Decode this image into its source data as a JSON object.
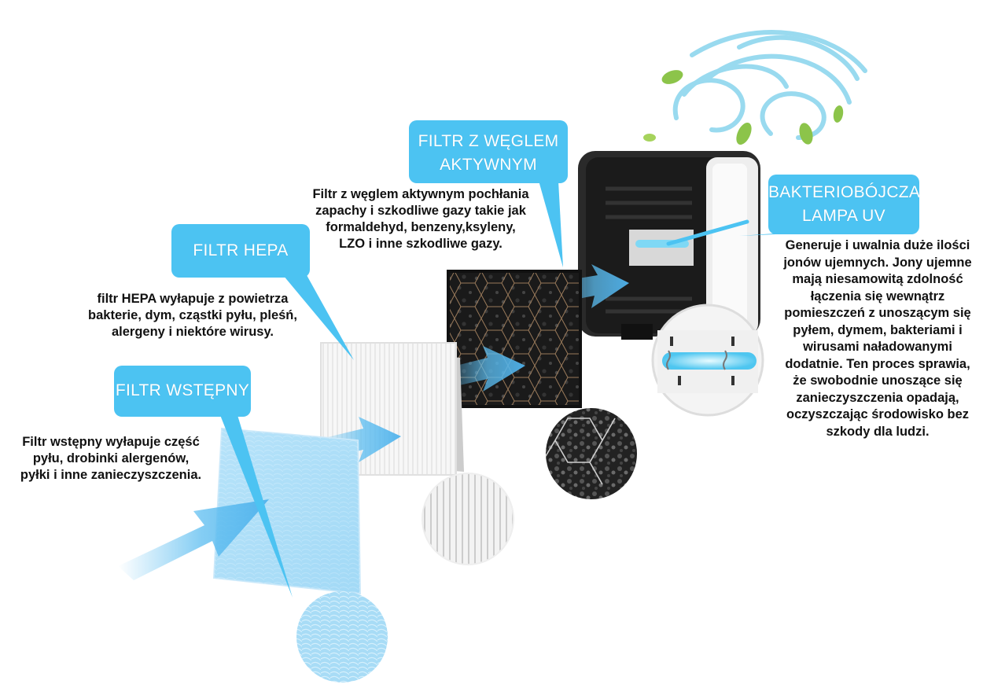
{
  "colors": {
    "bubble": "#4cc3f2",
    "arrow": "#5cbdf0",
    "text": "#111111",
    "leaf": "#8cc44a",
    "swirl": "#8fd6ee"
  },
  "icons": [
    "pre-filter-pad",
    "hepa-filter",
    "carbon-filter",
    "air-purifier-device",
    "uv-lamp",
    "leaf",
    "air-swirl"
  ],
  "labels": {
    "pre_filter": "FILTR WSTĘPNY",
    "hepa": "FILTR HEPA",
    "carbon_line1": "FILTR Z WĘGLEM",
    "carbon_line2": "AKTYWNYM",
    "uv_line1": "BAKTERIOBÓJCZA",
    "uv_line2": "LAMPA UV"
  },
  "descriptions": {
    "pre_filter": [
      "Filtr wstępny wyłapuje część",
      "pyłu, drobinki alergenów,",
      "pyłki i inne zanieczyszczenia."
    ],
    "hepa": [
      "filtr HEPA wyłapuje z powietrza",
      "bakterie, dym, cząstki pyłu, pleśń,",
      "alergeny i niektóre wirusy."
    ],
    "carbon": [
      "Filtr z węglem aktywnym pochłania",
      "zapachy i szkodliwe gazy takie jak",
      "formaldehyd, benzeny,ksyleny,",
      "LZO i inne szkodliwe gazy."
    ],
    "uv": [
      "Generuje i uwalnia duże ilości",
      "jonów ujemnych. Jony ujemne",
      "mają niesamowitą zdolność",
      "łączenia się wewnątrz",
      "pomieszczeń z unoszącym się",
      "pyłem, dymem, bakteriami i",
      "wirusami naładowanymi",
      "dodatnie. Ten proces sprawia,",
      "że swobodnie unoszące się",
      "zanieczyszczenia opadają,",
      "oczyszczając środowisko bez",
      "szkody dla ludzi."
    ]
  }
}
